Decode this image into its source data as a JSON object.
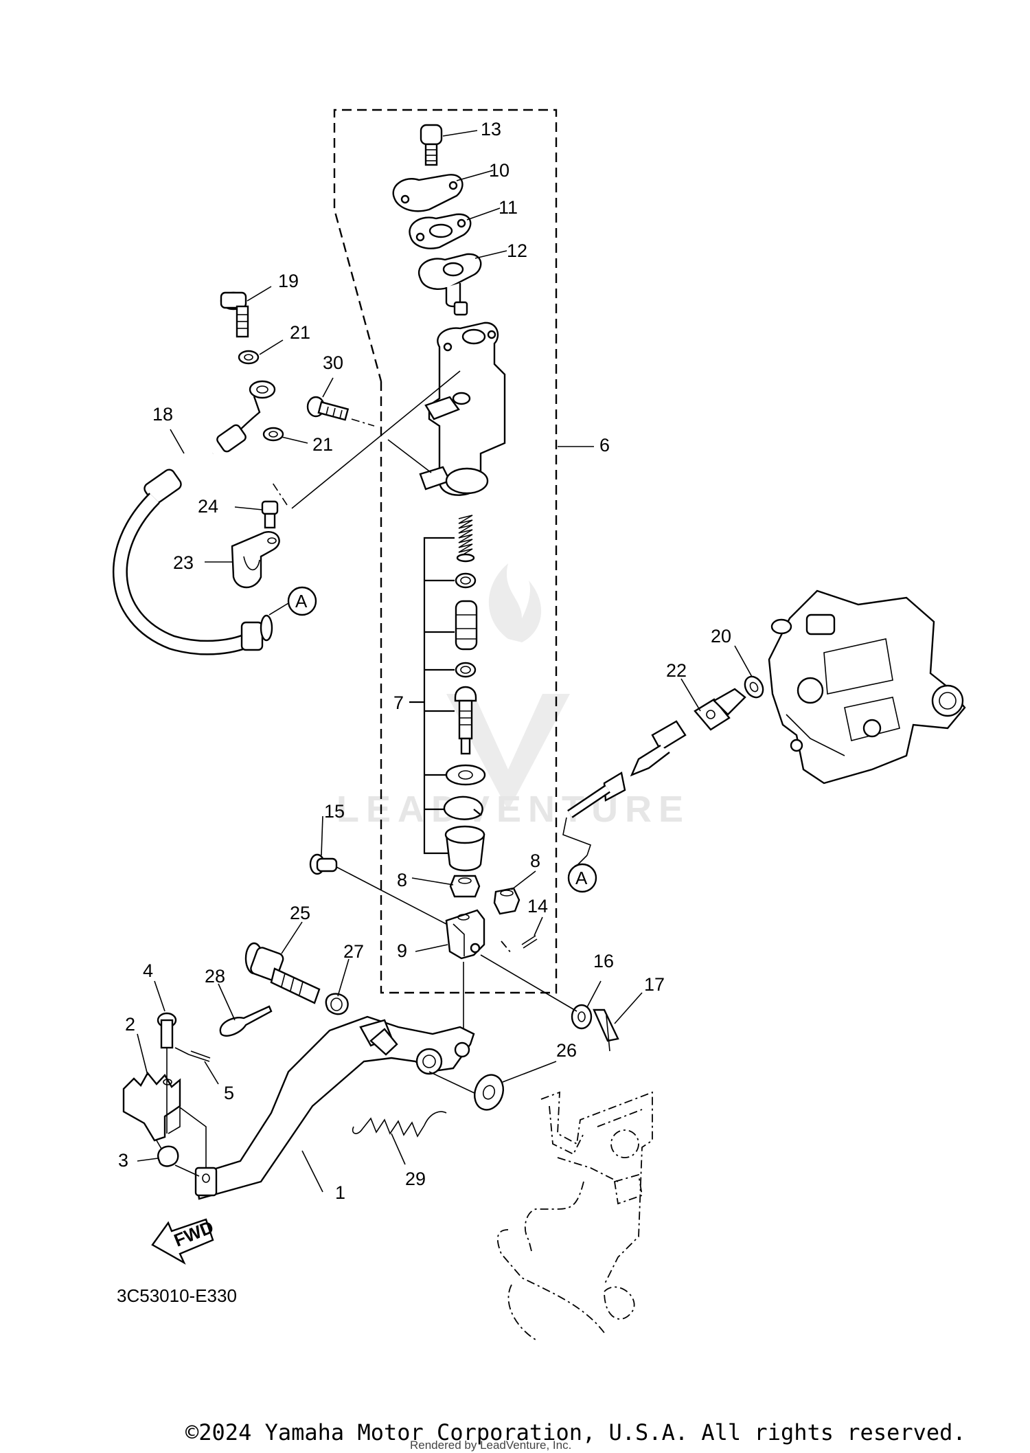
{
  "diagram": {
    "drawing_number": "3C53010-E330",
    "watermark_text": "LEADVENTURE",
    "fwd_label": "FWD",
    "ref_point_label": "A",
    "callouts": {
      "c1": "1",
      "c2": "2",
      "c3": "3",
      "c4": "4",
      "c5": "5",
      "c6": "6",
      "c7": "7",
      "c8a": "8",
      "c8b": "8",
      "c9": "9",
      "c10": "10",
      "c11": "11",
      "c12": "12",
      "c13": "13",
      "c14": "14",
      "c15": "15",
      "c16": "16",
      "c17": "17",
      "c18": "18",
      "c19": "19",
      "c20": "20",
      "c21a": "21",
      "c21b": "21",
      "c22": "22",
      "c23": "23",
      "c24": "24",
      "c25": "25",
      "c26": "26",
      "c27": "27",
      "c28": "28",
      "c29": "29",
      "c30": "30"
    }
  },
  "footer": {
    "copyright": "©2024 Yamaha Motor Corporation, U.S.A. All rights reserved.",
    "rendered_by": "Rendered by LeadVenture, Inc."
  }
}
